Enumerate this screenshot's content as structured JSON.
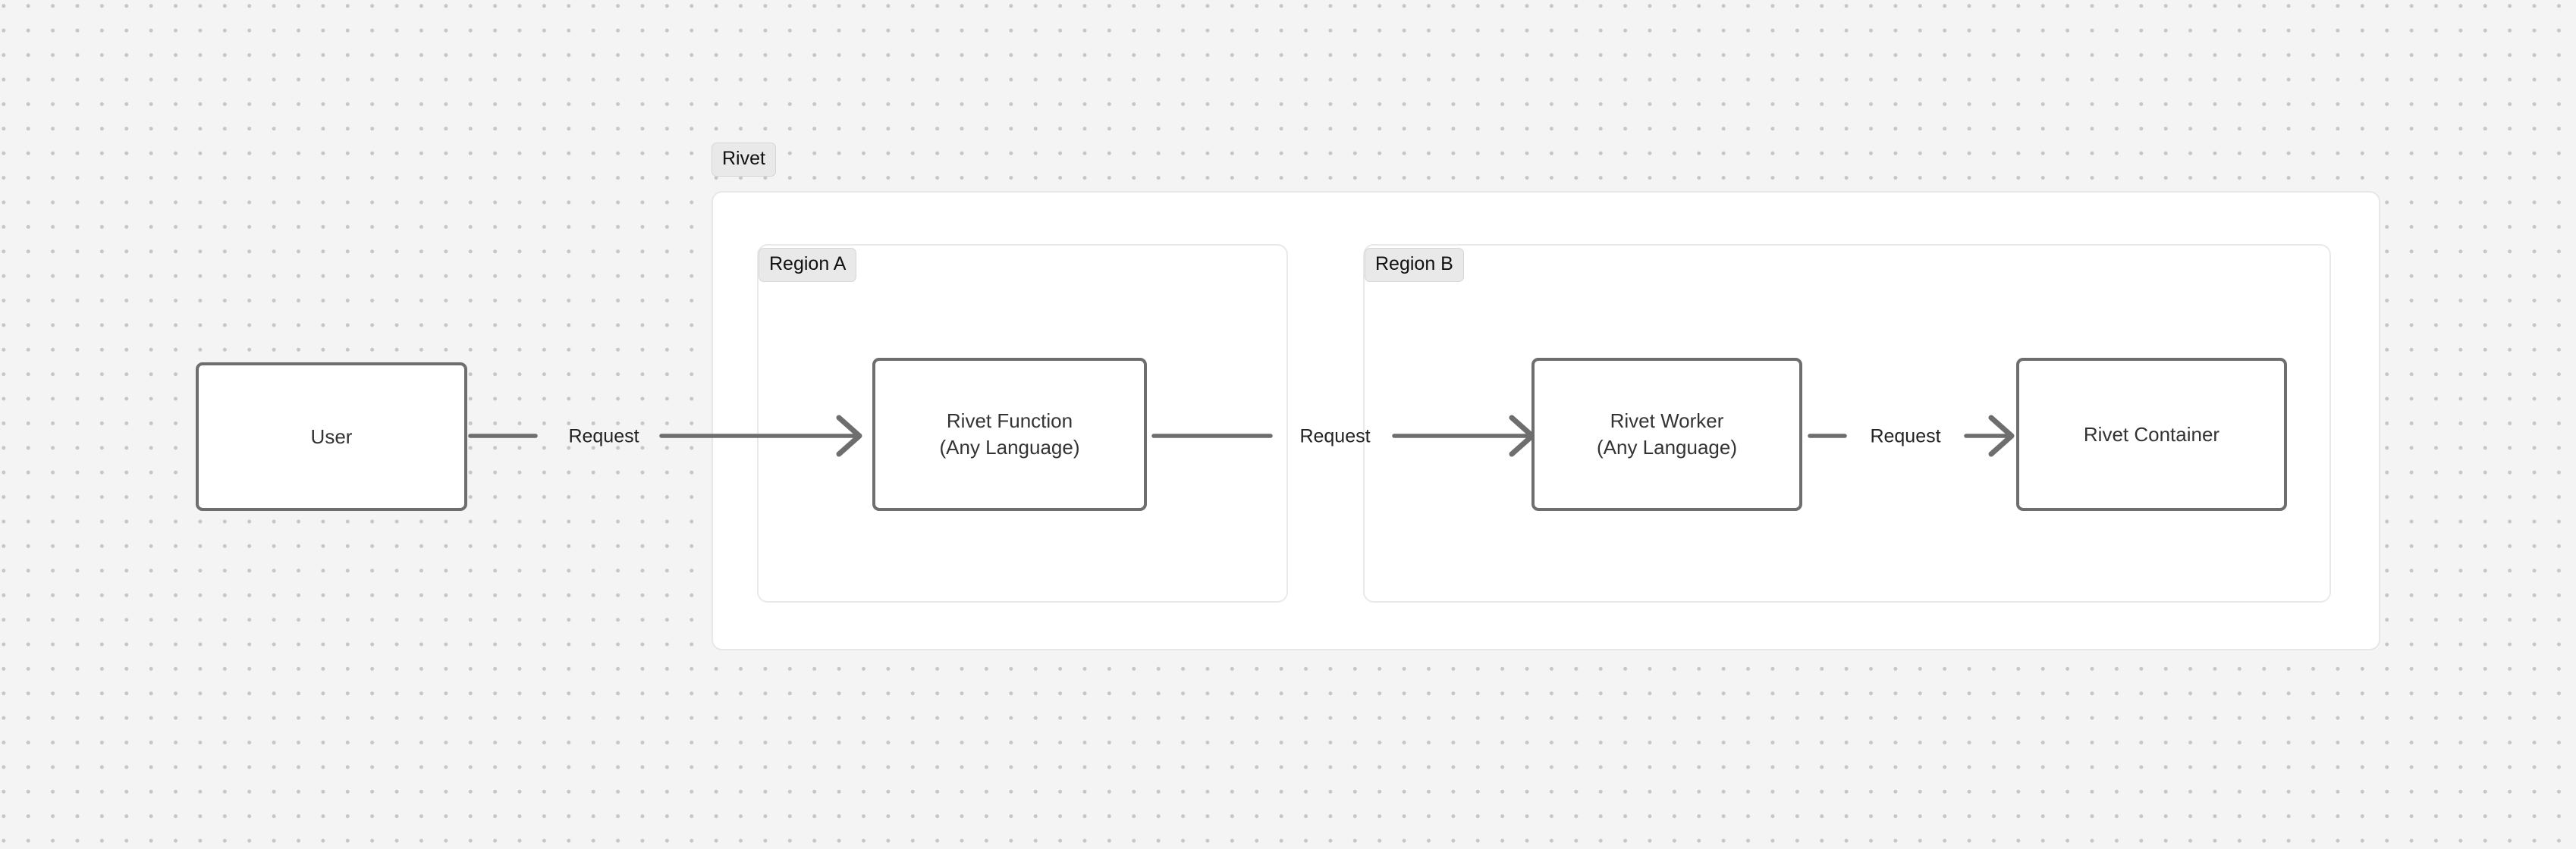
{
  "canvas": {
    "background_color": "#f4f4f4",
    "dot_color": "#c6c6ca",
    "node_border_color": "#6e6e6e",
    "node_text_color": "#333333",
    "edge_color": "#6e6e6e",
    "group_border_color": "#e8e8e8",
    "chip_background_color": "#e9e9e9",
    "chip_border_color": "#d6d6d6"
  },
  "groups": {
    "rivet": {
      "label": "Rivet"
    },
    "region_a": {
      "label": "Region A"
    },
    "region_b": {
      "label": "Region B"
    }
  },
  "nodes": {
    "user": {
      "label": "User"
    },
    "rivet_function": {
      "line1": "Rivet Function",
      "line2": "(Any Language)"
    },
    "rivet_worker": {
      "line1": "Rivet Worker",
      "line2": "(Any Language)"
    },
    "rivet_container": {
      "label": "Rivet Container"
    }
  },
  "edges": {
    "user_to_function": {
      "label": "Request"
    },
    "function_to_worker": {
      "label": "Request"
    },
    "worker_to_container": {
      "label": "Request"
    }
  }
}
